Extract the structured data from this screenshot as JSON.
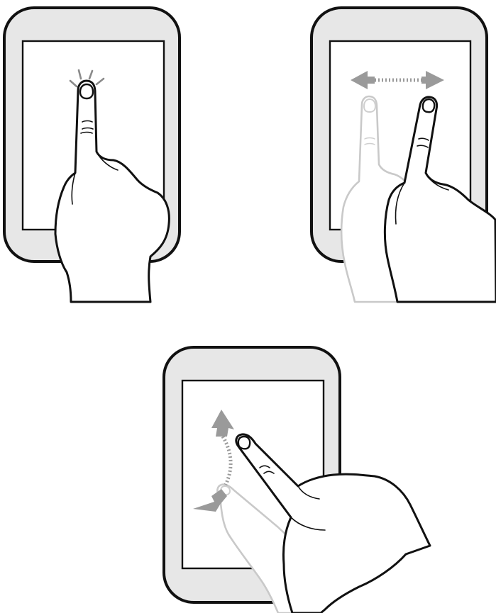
{
  "figure": {
    "panels": [
      {
        "gesture": "tap",
        "icon": "tap-gesture-icon"
      },
      {
        "gesture": "swipe",
        "icon": "swipe-gesture-icon"
      },
      {
        "gesture": "arc-drag",
        "icon": "arc-drag-gesture-icon"
      }
    ]
  }
}
